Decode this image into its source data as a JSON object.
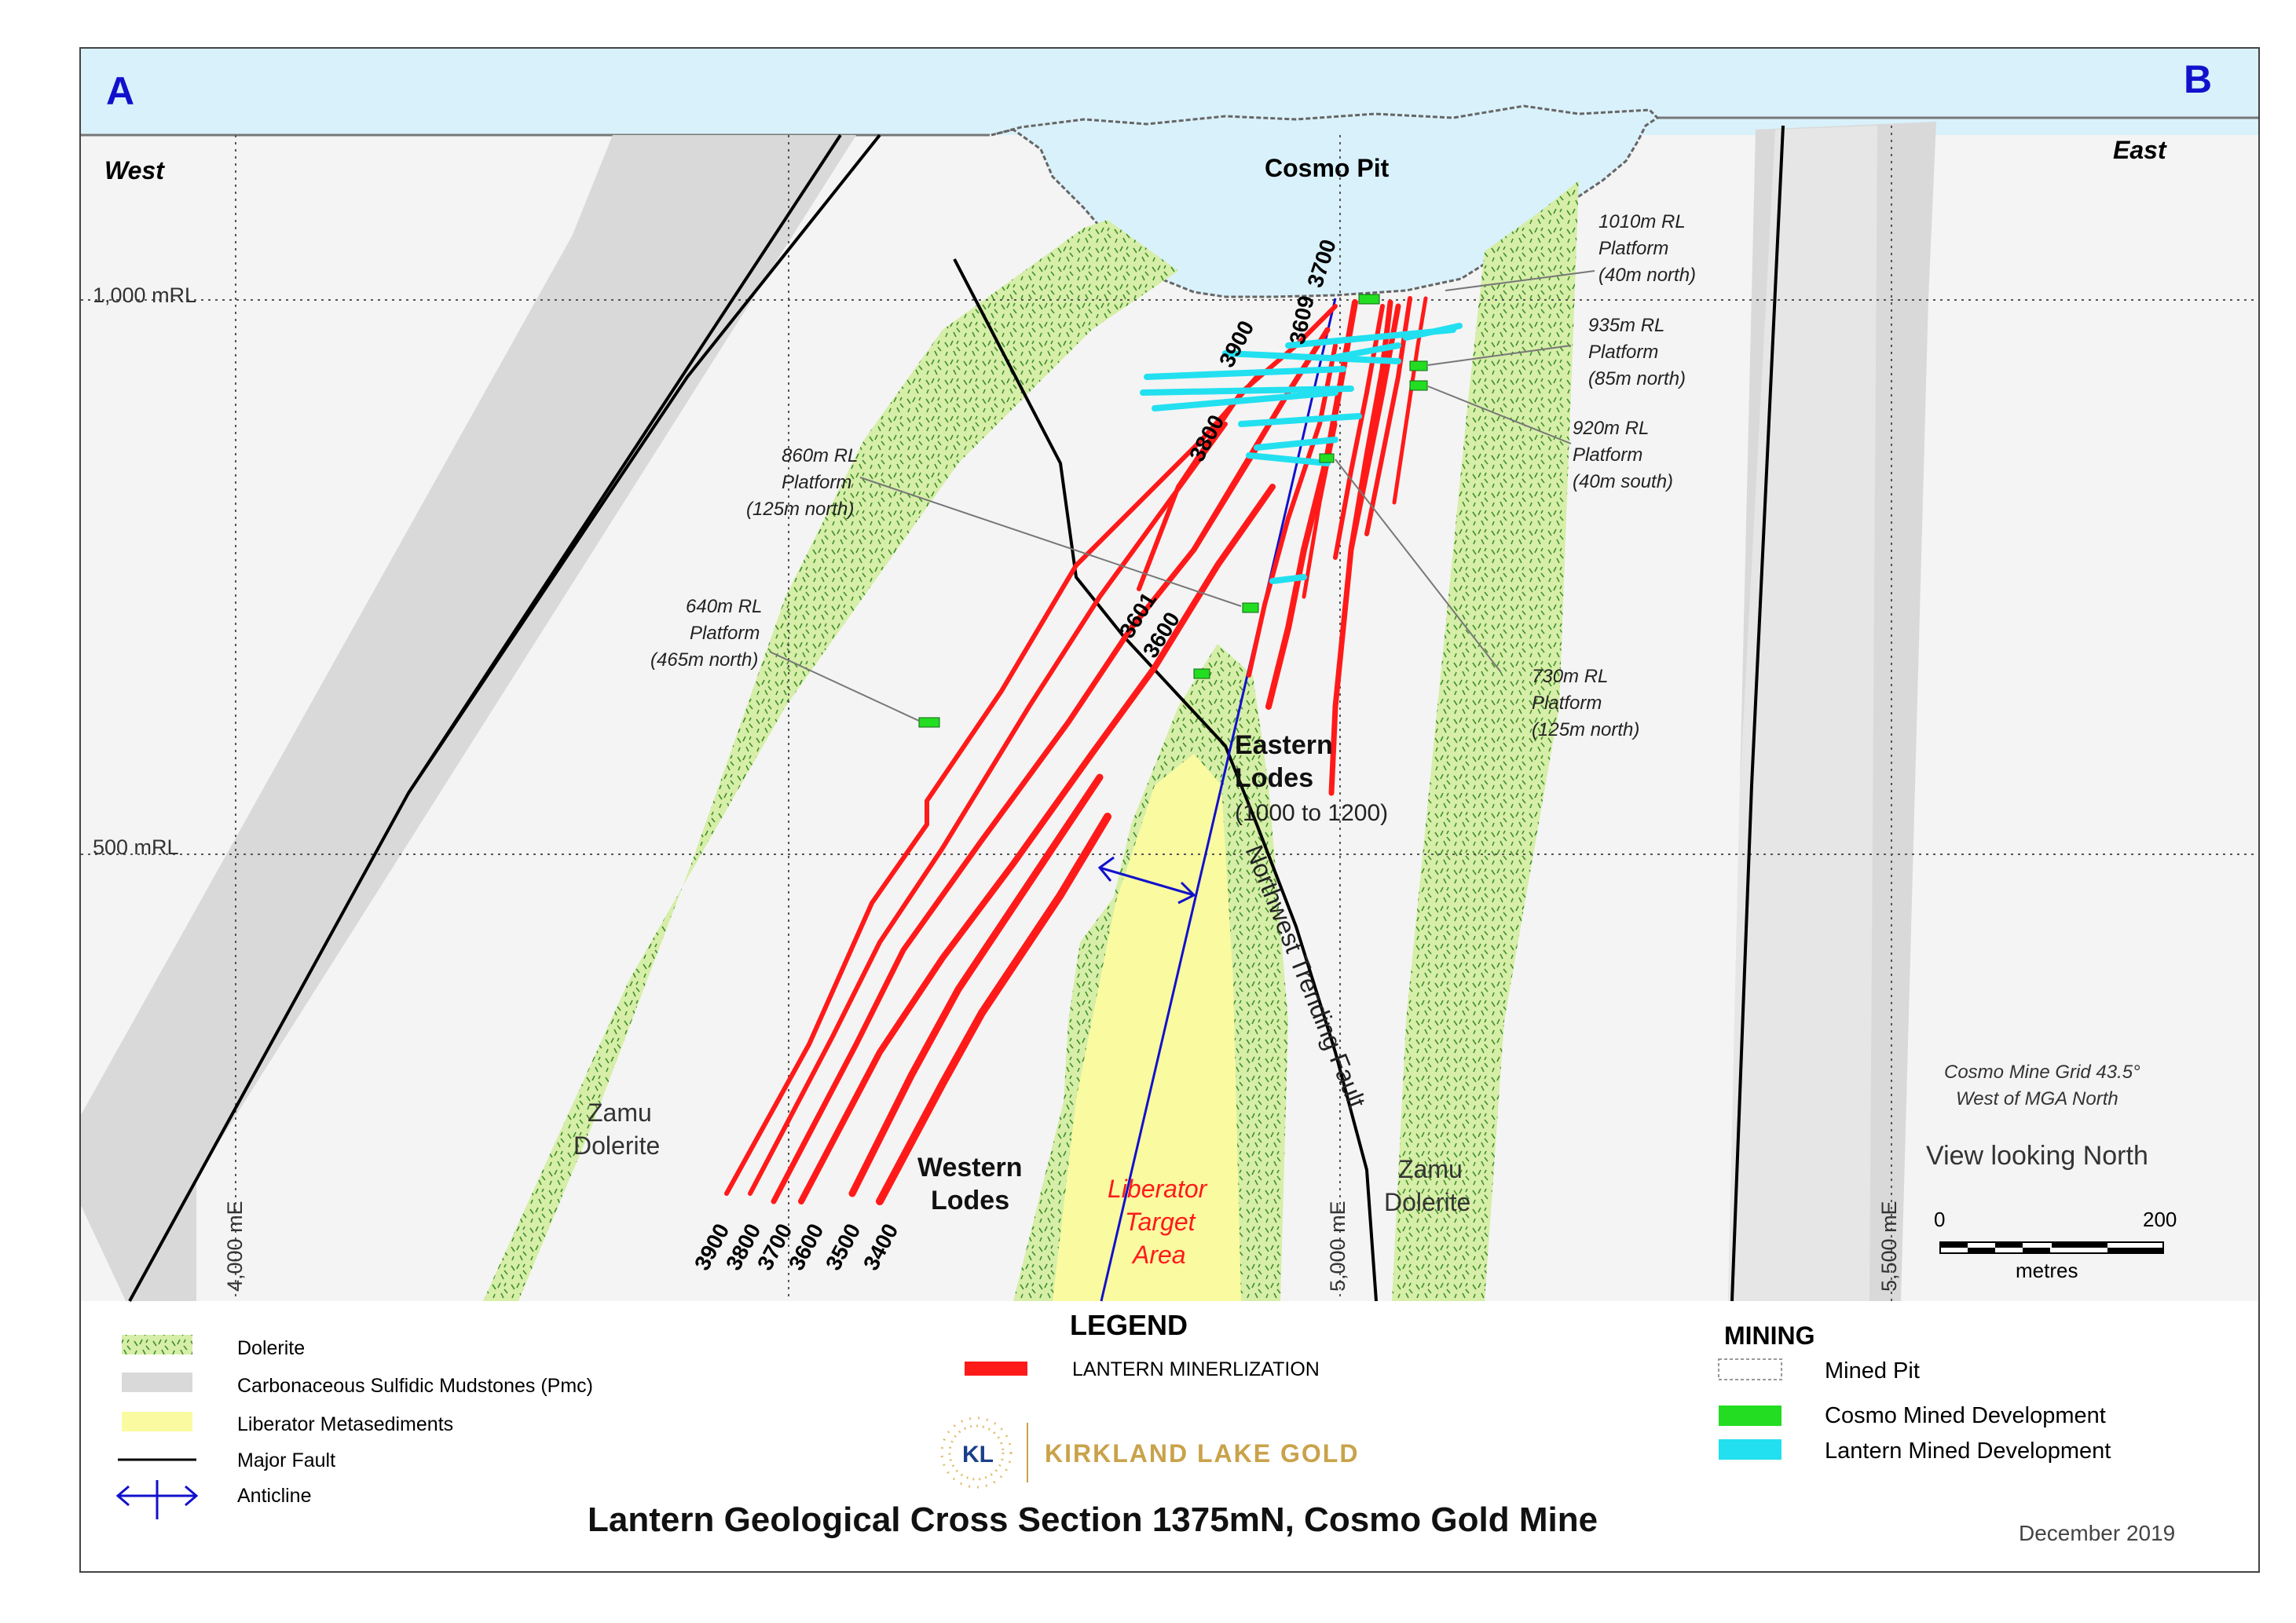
{
  "section_labels": {
    "a": "A",
    "b": "B"
  },
  "directions": {
    "west": "West",
    "east": "East"
  },
  "pit_label": "Cosmo Pit",
  "elevation_labels": {
    "rl_1000": "1,000 mRL",
    "rl_500": "500 mRL"
  },
  "easting_labels": {
    "e4000": "4,000 mE",
    "e5000": "5,000 mE",
    "e5500": "5,500 mE"
  },
  "platforms": [
    {
      "lines": [
        "1010m RL",
        "Platform",
        "(40m north)"
      ]
    },
    {
      "lines": [
        "935m RL",
        "Platform",
        "(85m north)"
      ]
    },
    {
      "lines": [
        "920m RL",
        "Platform",
        "(40m south)"
      ]
    },
    {
      "lines": [
        "860m RL",
        "Platform",
        "(125m north)"
      ]
    },
    {
      "lines": [
        "640m RL",
        "Platform",
        "(465m north)"
      ]
    },
    {
      "lines": [
        "730m RL",
        "Platform",
        "(125m north)"
      ]
    }
  ],
  "lode_numbers_top": [
    "3700",
    "3609",
    "3900",
    "3800",
    "3601",
    "3600"
  ],
  "lode_numbers_bottom": [
    "3900",
    "3800",
    "3700",
    "3600",
    "3500",
    "3400"
  ],
  "units": {
    "zamu_left": [
      "Zamu",
      "Dolerite"
    ],
    "zamu_right": [
      "Zamu",
      "Dolerite"
    ],
    "eastern_lodes": [
      "Eastern",
      "Lodes"
    ],
    "eastern_range": "(1000 to 1200)",
    "western_lodes": [
      "Western",
      "Lodes"
    ],
    "liberator": [
      "Liberator",
      "Target",
      "Area"
    ],
    "fault": "Northwest Trending Fault"
  },
  "grid_note": [
    "Cosmo Mine Grid 43.5°",
    "West of MGA North"
  ],
  "view_label": "View looking North",
  "scale": {
    "start": "0",
    "end": "200",
    "unit": "metres"
  },
  "legend": {
    "title": "LEGEND",
    "items": [
      {
        "label": "Dolerite"
      },
      {
        "label": "Carbonaceous Sulfidic Mudstones (Pmc)"
      },
      {
        "label": "Liberator Metasediments"
      },
      {
        "label": "Major Fault"
      },
      {
        "label": "Anticline"
      }
    ],
    "mineralization": "LANTERN MINERLIZATION"
  },
  "mining": {
    "title": "MINING",
    "items": [
      {
        "label": "Mined Pit"
      },
      {
        "label": "Cosmo Mined Development"
      },
      {
        "label": "Lantern Mined Development"
      }
    ]
  },
  "logo": {
    "initials": "KL",
    "name": "KIRKLAND LAKE GOLD"
  },
  "main_title": "Lantern Geological Cross Section 1375mN, Cosmo Gold Mine",
  "date": "December 2019",
  "colors": {
    "dolerite": "#d6eea8",
    "mudstone": "#d9d9d9",
    "metasediment": "#fafaa0",
    "mineralization": "#ff1a1a",
    "cosmo_dev": "#22dd22",
    "lantern_dev": "#22e0f0",
    "sky": "#d9f1fb",
    "background": "#f4f4f4",
    "accent": "#1111cc"
  }
}
